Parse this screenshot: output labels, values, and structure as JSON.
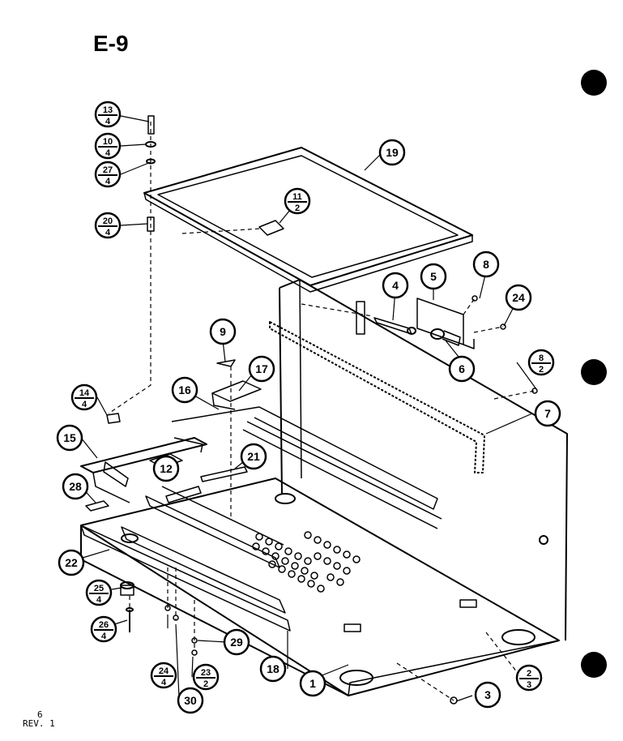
{
  "title": "E-9",
  "footer": {
    "page": "6",
    "rev": "REV. 1"
  },
  "callouts": [
    {
      "id": "c1",
      "label": "1"
    },
    {
      "id": "c2_3",
      "num": "2",
      "den": "3"
    },
    {
      "id": "c3",
      "label": "3"
    },
    {
      "id": "c4",
      "label": "4"
    },
    {
      "id": "c5",
      "label": "5"
    },
    {
      "id": "c6",
      "label": "6"
    },
    {
      "id": "c7",
      "label": "7"
    },
    {
      "id": "c8",
      "label": "8"
    },
    {
      "id": "c8_2",
      "num": "8",
      "den": "2"
    },
    {
      "id": "c9",
      "label": "9"
    },
    {
      "id": "c10_4",
      "num": "10",
      "den": "4"
    },
    {
      "id": "c11_2",
      "num": "11",
      "den": "2"
    },
    {
      "id": "c12",
      "label": "12"
    },
    {
      "id": "c13_4",
      "num": "13",
      "den": "4"
    },
    {
      "id": "c14_4",
      "num": "14",
      "den": "4"
    },
    {
      "id": "c15",
      "label": "15"
    },
    {
      "id": "c16",
      "label": "16"
    },
    {
      "id": "c17",
      "label": "17"
    },
    {
      "id": "c18",
      "label": "18"
    },
    {
      "id": "c19",
      "label": "19"
    },
    {
      "id": "c20_4",
      "num": "20",
      "den": "4"
    },
    {
      "id": "c21",
      "label": "21"
    },
    {
      "id": "c22",
      "label": "22"
    },
    {
      "id": "c23_2",
      "num": "23",
      "den": "2"
    },
    {
      "id": "c24",
      "label": "24"
    },
    {
      "id": "c24_4",
      "num": "24",
      "den": "4"
    },
    {
      "id": "c25_4",
      "num": "25",
      "den": "4"
    },
    {
      "id": "c26_4",
      "num": "26",
      "den": "4"
    },
    {
      "id": "c27_4",
      "num": "27",
      "den": "4"
    },
    {
      "id": "c28",
      "label": "28"
    },
    {
      "id": "c29",
      "label": "29"
    },
    {
      "id": "c30",
      "label": "30"
    }
  ]
}
